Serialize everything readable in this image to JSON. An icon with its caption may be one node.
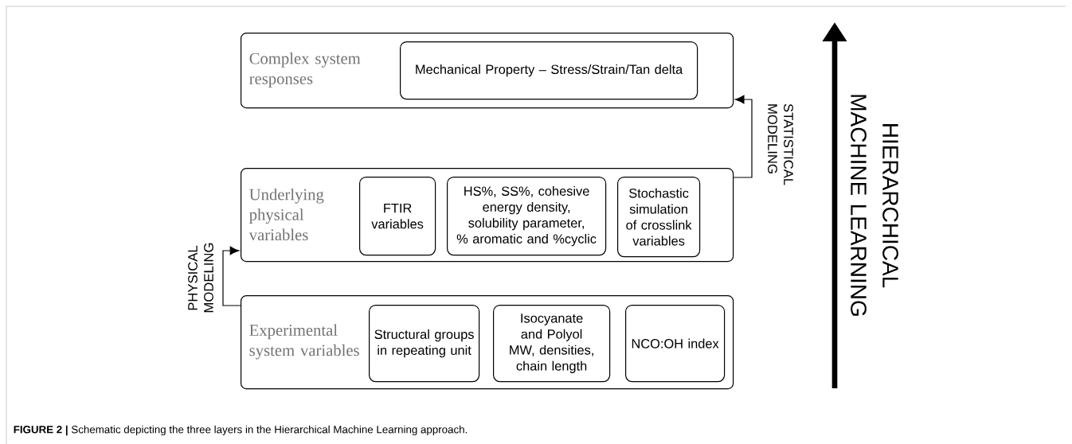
{
  "diagram": {
    "caption": "**FIGURE 2 |** Schematic depicting the three layers in the Hierarchical Machine Learning approach.",
    "nodes": [
      {
        "text": [
          "Complex system responses"
        ]
      },
      {
        "text": [
          "Mechanical Property – Stress/Strain/Tan delta"
        ],
        "in": 0
      },
      {
        "text": [
          "Underlying physical variables"
        ]
      },
      {
        "text": [
          "FTIR variables"
        ],
        "in": 2
      },
      {
        "text": [
          "HS%, SS%, cohesive energy density, solubility parameter, % aromatic and %cyclic"
        ],
        "in": 2
      },
      {
        "text": [
          "Stochastic simulation of crosslink variables"
        ],
        "in": 2
      },
      {
        "text": [
          "Experimental system variables"
        ]
      },
      {
        "text": [
          "Structural groups in repeating unit"
        ],
        "in": 6
      },
      {
        "text": [
          "Isocyanate and Polyol MW, densities, chain length"
        ],
        "in": 6
      },
      {
        "text": [
          "NCO:OH index"
        ],
        "in": 6
      }
    ],
    "edges": [
      {
        "from": 6,
        "to": 2,
        "arrow": "to",
        "label": "PHYSICAL MODELING"
      },
      {
        "from": 2,
        "to": 0,
        "arrow": "to",
        "label": "STATISTICAL MODELING"
      }
    ],
    "labels": [
      "HIERARCHICAL MACHINE LEARNING"
    ]
  }
}
